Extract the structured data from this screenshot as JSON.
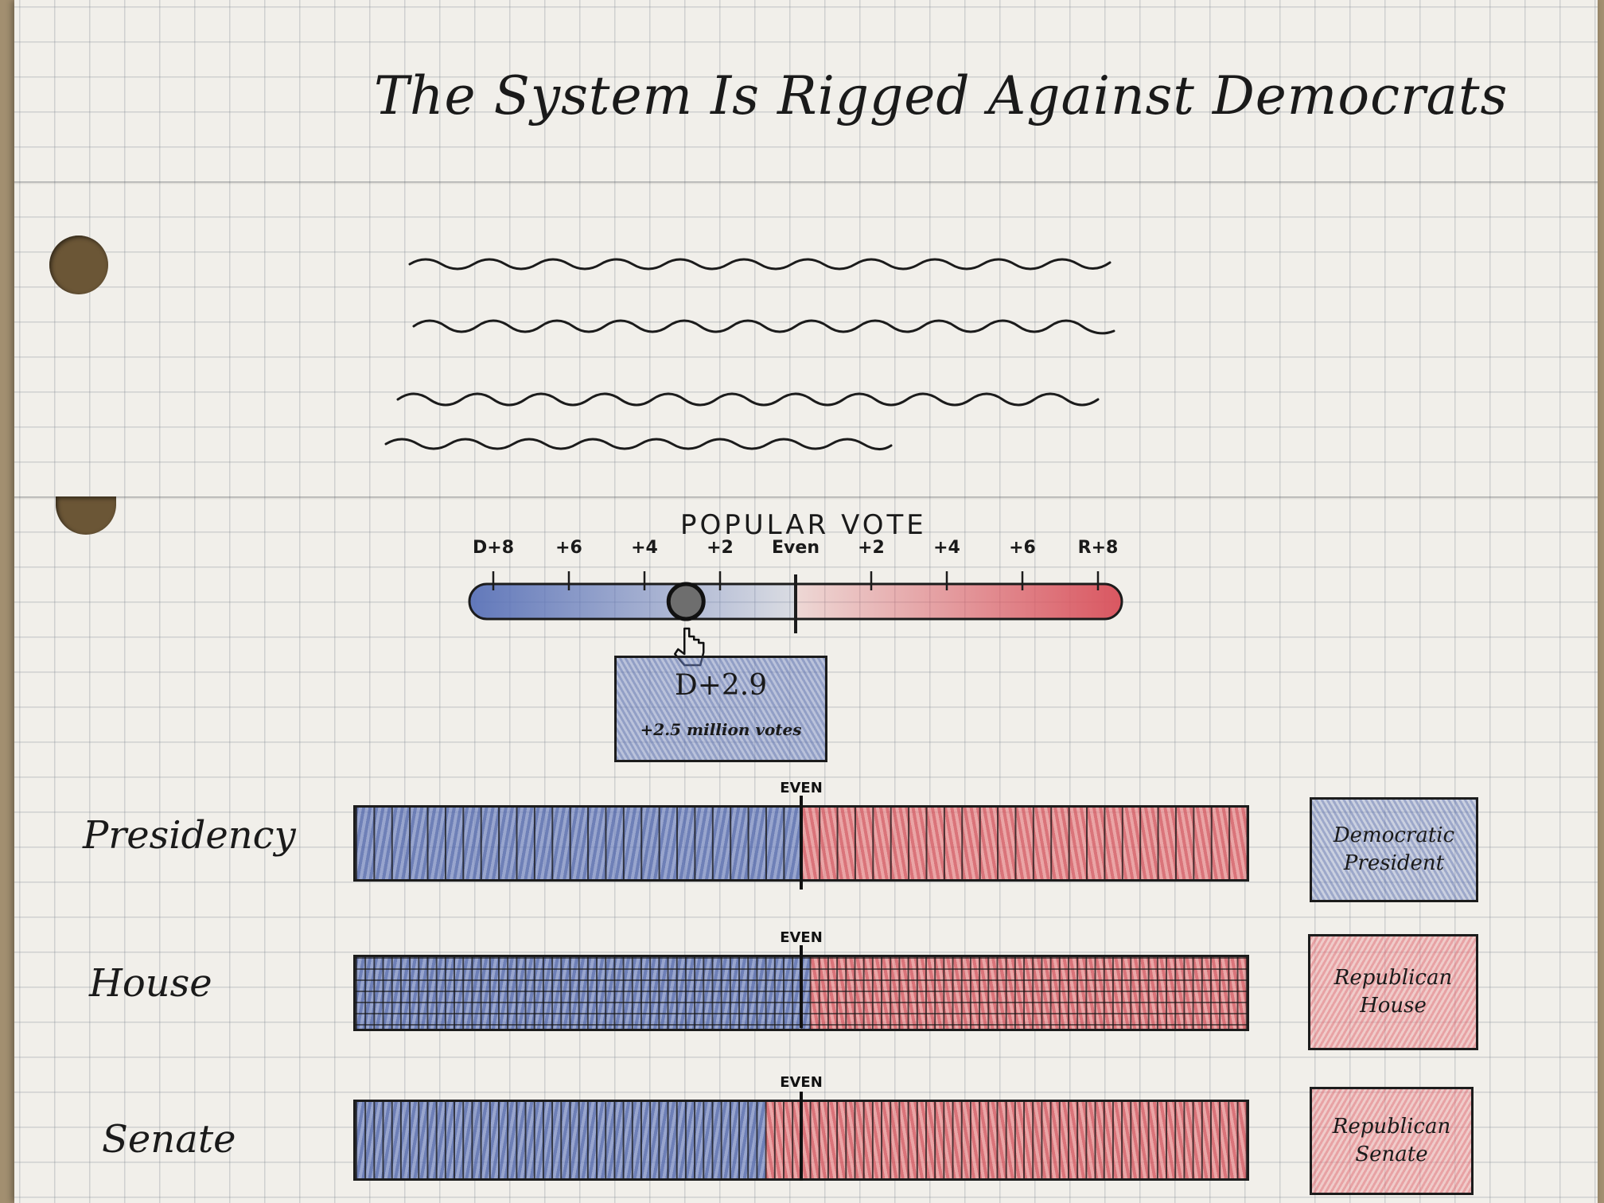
{
  "title": "The System Is Rigged Against Democrats",
  "colors": {
    "democrat": "#5a72b8",
    "republican": "#d9545e",
    "ink": "#1a1a1a",
    "paper": "#f1efea"
  },
  "popular_vote": {
    "title": "POPULAR VOTE",
    "ticks": [
      "D+8",
      "+6",
      "+4",
      "+2",
      "Even",
      "+2",
      "+4",
      "+6",
      "R+8"
    ],
    "tick_values": [
      -8,
      -6,
      -4,
      -2,
      0,
      2,
      4,
      6,
      8
    ],
    "range": [
      -8,
      8
    ],
    "slider_value": -2.9,
    "tooltip_main": "D+2.9",
    "tooltip_sub": "+2.5 million votes",
    "pointer_icon": "hand-pointer-icon"
  },
  "rows": [
    {
      "label": "Presidency",
      "dem_share": 0.5,
      "even_label": "EVEN",
      "result": "Democratic\nPresident",
      "result_party": "dem",
      "pattern": "hatch",
      "stripes": 50
    },
    {
      "label": "House",
      "dem_share": 0.51,
      "even_label": "EVEN",
      "result": "Republican\nHouse",
      "result_party": "rep",
      "pattern": "grid",
      "stripes": 100
    },
    {
      "label": "Senate",
      "dem_share": 0.46,
      "even_label": "EVEN",
      "result": "Republican\nSenate",
      "result_party": "rep",
      "pattern": "hatch",
      "stripes": 100
    }
  ]
}
